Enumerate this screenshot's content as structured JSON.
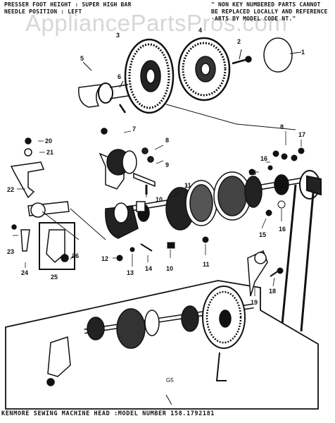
{
  "header": {
    "left_line1": "PRESSER FOOT HEIGHT : SUPER HIGH BAR",
    "left_line2": "NEEDLE POSITION : LEFT",
    "right_line1": "\" NON KEY NUMBERED PARTS CANNOT",
    "right_line2": "BE REPLACED LOCALLY AND REFERENCE",
    "right_line3": "·ARTS BY MODEL CODE NT.\""
  },
  "watermark": "AppliancePartsPros.com",
  "footer": "KENMORE SEWING MACHINE HEAD :MODEL NUMBER 158.1792181",
  "corner_mark": "G5",
  "callouts": {
    "c1": "1",
    "c2": "2",
    "c3": "3",
    "c4": "4",
    "c5": "5",
    "c6": "6",
    "c7": "7",
    "c8a": "8",
    "c8b": "8",
    "c9": "9",
    "c10a": "10",
    "c10b": "10",
    "c11a": "11",
    "c11b": "11",
    "c12": "12",
    "c13": "13",
    "c14": "14",
    "c15a": "15",
    "c15b": "15",
    "c16a": "16",
    "c16b": "16",
    "c17": "17",
    "c18": "18",
    "c19": "19",
    "c20": "20",
    "c21": "21",
    "c22": "22",
    "c23": "23",
    "c24": "24",
    "c25": "25",
    "c26": "26"
  }
}
